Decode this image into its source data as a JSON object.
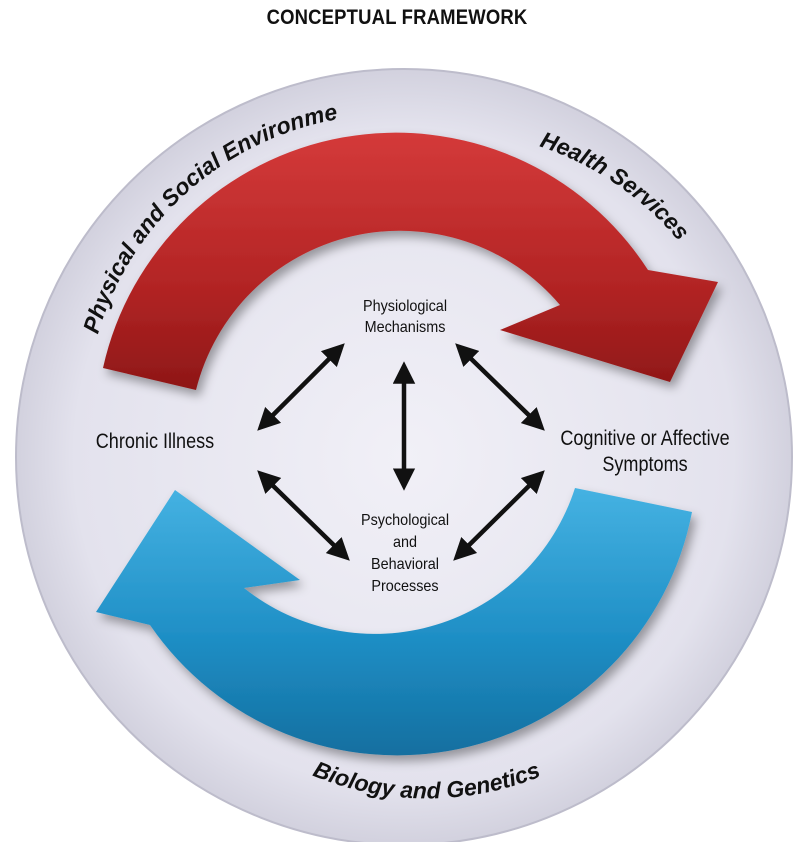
{
  "title": "CONCEPTUAL FRAMEWORK",
  "ring_labels": {
    "top_left": "Physical and Social Environment",
    "top_right": "Health Services",
    "bottom": "Biology and Genetics"
  },
  "nodes": {
    "top_line1": "Physiological",
    "top_line2": "Mechanisms",
    "left": "Chronic Illness",
    "right_line1": "Cognitive or Affective",
    "right_line2": "Symptoms",
    "bottom_line1": "Psychological",
    "bottom_line2": "and",
    "bottom_line3": "Behavioral",
    "bottom_line4": "Processes"
  },
  "colors": {
    "ring": "#e4e3ee",
    "red_arrow": "#b32323",
    "blue_arrow": "#1e8fc7",
    "arrow_line": "#111111"
  }
}
